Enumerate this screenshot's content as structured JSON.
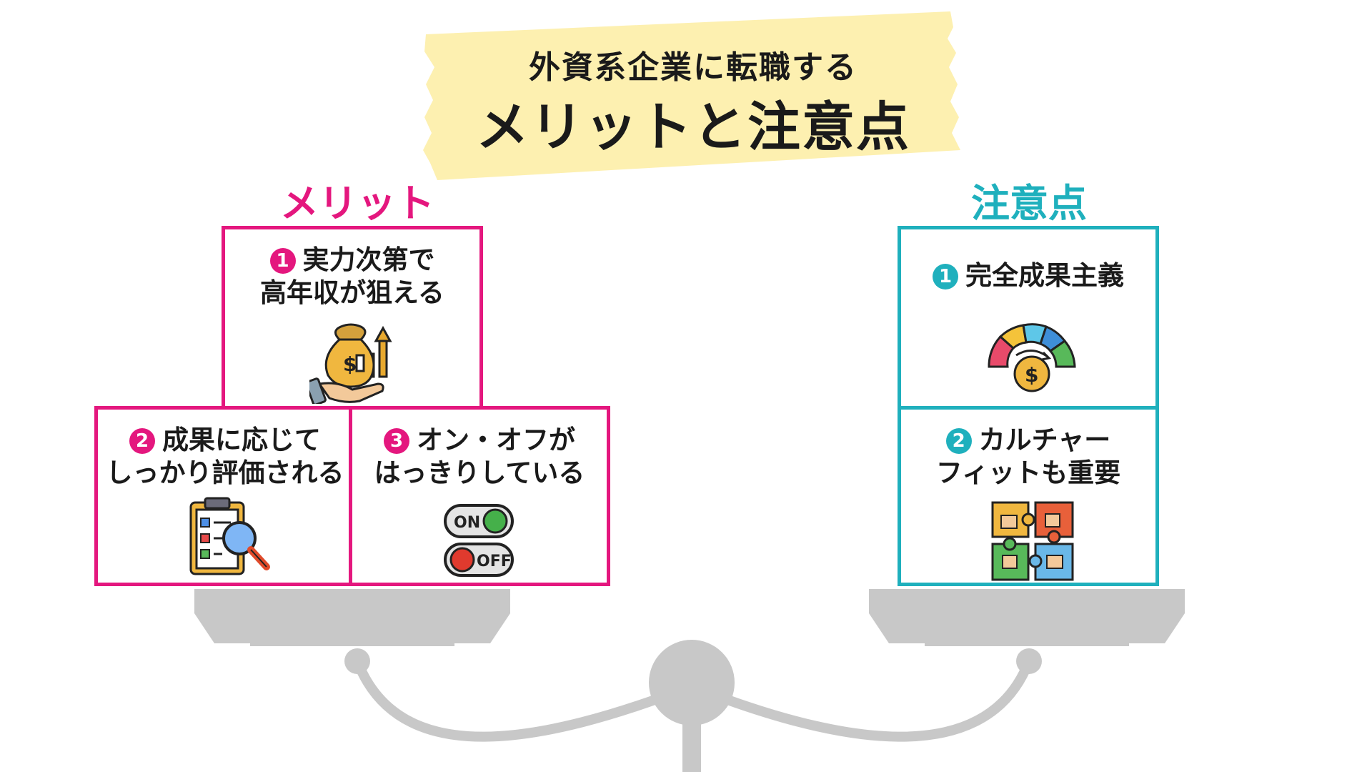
{
  "title": {
    "line1": "外資系企業に転職する",
    "line2": "メリットと注意点"
  },
  "colors": {
    "merit": "#e4177e",
    "caution": "#1fb0bd",
    "tape": "#fdf0b0",
    "scale": "#c8c8c8"
  },
  "merits": {
    "heading": "メリット",
    "items": [
      {
        "number": "1",
        "line1": "実力次第で",
        "line2": "高年収が狙える",
        "icon": "money-bag-hand-icon"
      },
      {
        "number": "2",
        "line1": "成果に応じて",
        "line2": "しっかり評価される",
        "icon": "clipboard-magnifier-icon"
      },
      {
        "number": "3",
        "line1": "オン・オフが",
        "line2": "はっきりしている",
        "icon": "on-off-switch-icon"
      }
    ],
    "switch_on": "ON",
    "switch_off": "OFF"
  },
  "cautions": {
    "heading": "注意点",
    "items": [
      {
        "number": "1",
        "line1": "完全成果主義",
        "icon": "performance-gauge-icon"
      },
      {
        "number": "2",
        "line1": "カルチャー",
        "line2": "フィットも重要",
        "icon": "puzzle-hands-icon"
      }
    ]
  }
}
